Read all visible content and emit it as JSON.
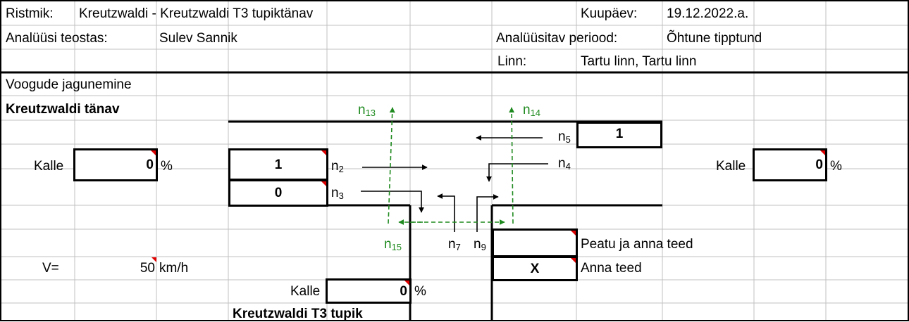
{
  "header": {
    "junction_label": "Ristmik:",
    "junction_value": "Kreutzwaldi  - Kreutzwaldi T3 tupiktänav",
    "date_label": "Kuupäev:",
    "date_value": "19.12.2022.a.",
    "analyst_label": "Analüüsi teostas:",
    "analyst_value": "Sulev Sannik",
    "period_label": "Analüüsitav periood:",
    "period_value": "Õhtune tipptund",
    "city_label": "Linn:",
    "city_value": "Tartu linn, Tartu linn"
  },
  "section_title": "Voogude jagunemine",
  "main_street": "Kreutzwaldi tänav",
  "side_street": "Kreutzwaldi T3 tupik",
  "slope": {
    "west_label": "Kalle",
    "west_value": "0",
    "east_label": "Kalle",
    "east_value": "0",
    "south_label": "Kalle",
    "south_value": "0",
    "unit": "%"
  },
  "speed": {
    "label": "V=",
    "value": "50",
    "unit": "km/h"
  },
  "flows": {
    "n2_value": "1",
    "n3_value": "0",
    "n5_value": "1",
    "n2": "n",
    "n2_sub": "2",
    "n3": "n",
    "n3_sub": "3",
    "n4": "n",
    "n4_sub": "4",
    "n5": "n",
    "n5_sub": "5",
    "n7": "n",
    "n7_sub": "7",
    "n9": "n",
    "n9_sub": "9",
    "n13": "n",
    "n13_sub": "13",
    "n14": "n",
    "n14_sub": "14",
    "n15": "n",
    "n15_sub": "15"
  },
  "control": {
    "stop_value": "",
    "stop_label": "Peatu ja anna teed",
    "yield_value": "X",
    "yield_label": "Anna teed"
  },
  "colors": {
    "pedestrian": "#1f8a1f",
    "grid": "#c0c0c0",
    "comment_marker": "#e00000"
  }
}
